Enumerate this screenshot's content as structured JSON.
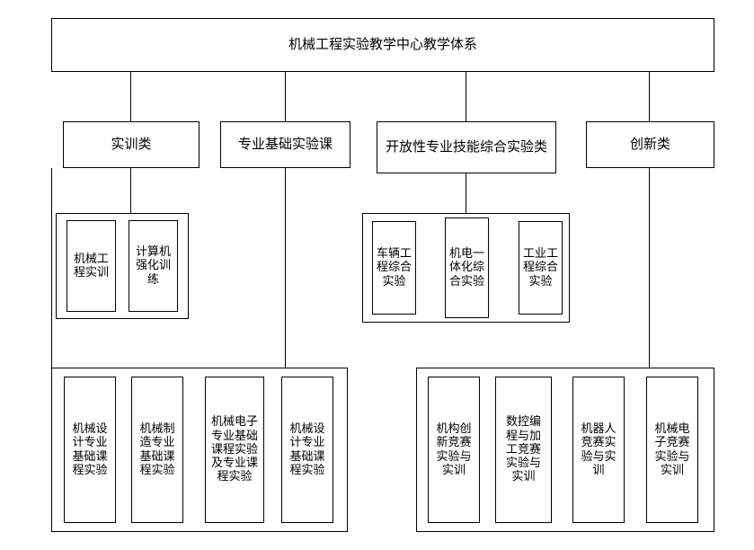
{
  "diagram": {
    "title": "机械工程实验教学中心教学体系",
    "root": {
      "label": "机械工程实验教学中心教学体系"
    },
    "level2": [
      {
        "label": "实训类"
      },
      {
        "label": "专业基础实验课"
      },
      {
        "label": "开放性专业技能综合实验类"
      },
      {
        "label": "创新类"
      }
    ],
    "training_group": [
      {
        "label": "机械工程实训"
      },
      {
        "label": "计算机强化训练"
      }
    ],
    "open_skill_group": [
      {
        "label": "车辆工程综合实验"
      },
      {
        "label": "机电一体化综合实验"
      },
      {
        "label": "工业工程综合实验"
      }
    ],
    "basic_course_group": [
      {
        "label": "机械设计专业基础课程实验"
      },
      {
        "label": "机械制造专业基础课程实验"
      },
      {
        "label": "机械电子专业基础课程实验及专业课程实验"
      },
      {
        "label": "机械设计专业基础课程实验"
      }
    ],
    "innovation_group": [
      {
        "label": "机构创新竞赛实验与实训"
      },
      {
        "label": "数控编程与加工竞赛实验与实训"
      },
      {
        "label": "机器人竞赛实验与实训"
      },
      {
        "label": "机械电子竞赛实验与实训"
      }
    ],
    "colors": {
      "border": "#000000",
      "background": "#ffffff",
      "text": "#000000"
    }
  }
}
